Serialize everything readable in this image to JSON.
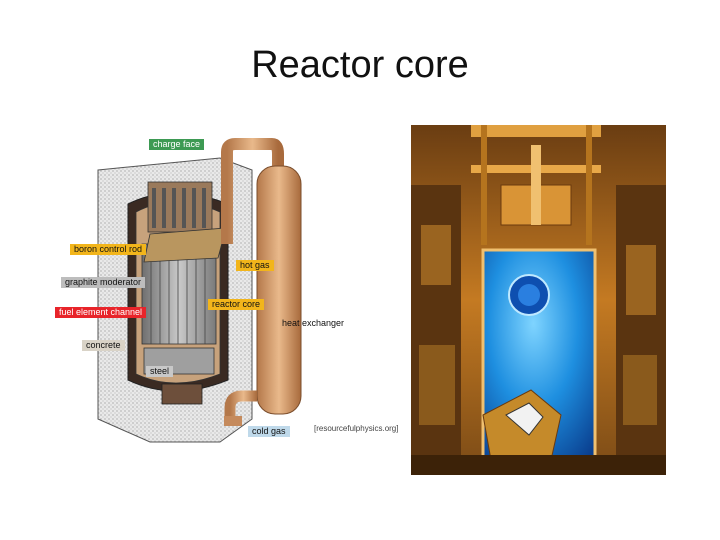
{
  "slide": {
    "title": "Reactor core"
  },
  "diagram": {
    "labels": {
      "charge_face": "charge face",
      "boron_control_rod": "boron control rod",
      "hot_gas": "hot gas",
      "graphite_moderator": "graphite moderator",
      "reactor_core": "reactor core",
      "fuel_element_channel": "fuel element channel",
      "heat_exchanger": "heat exchanger",
      "concrete": "concrete",
      "steel": "steel",
      "cold_gas": "cold gas"
    },
    "credit": "[resourcefulphysics.org]",
    "label_colors": {
      "charge_face": "#3d9a53",
      "boron_control_rod": "#f2b51b",
      "hot_gas": "#f2b51b",
      "graphite_moderator": "#bdbdbd",
      "reactor_core": "#f2b51b",
      "fuel_element_channel": "#e8242a",
      "concrete": "#d9d3c7",
      "steel": "#c8c8c8",
      "cold_gas": "#bfd9ea"
    }
  },
  "photo": {
    "subject": "reactor-hall-photo",
    "colors": {
      "pool": "#1e8fe0",
      "structure": "#c8841a"
    }
  }
}
